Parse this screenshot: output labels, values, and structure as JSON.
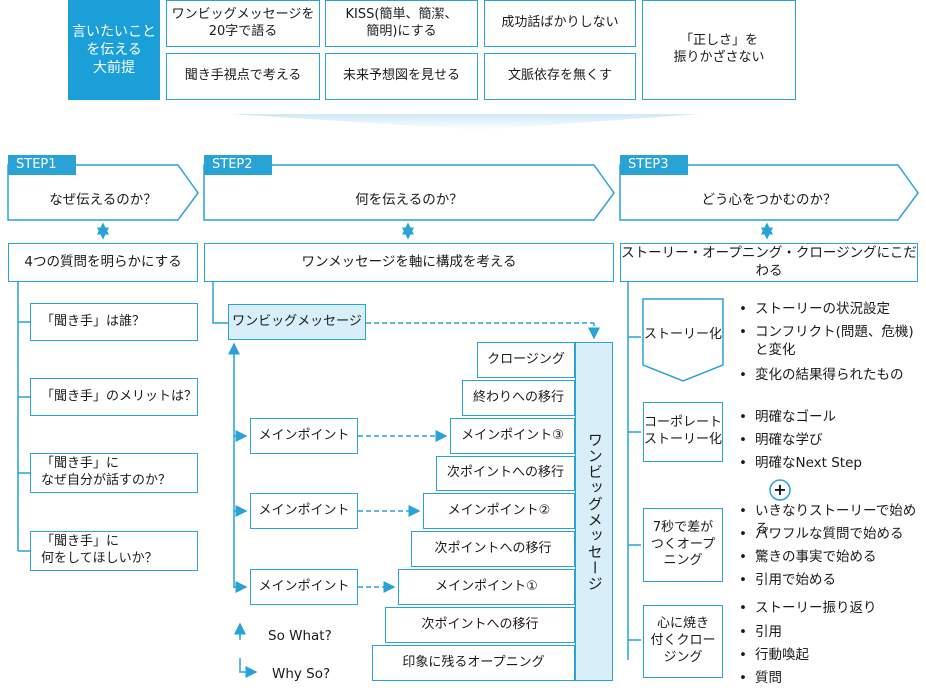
{
  "premise": {
    "label": "言いたいこと\nを伝える\n大前提",
    "items": [
      "ワンビッグメッセージを\n20字で語る",
      "KISS(簡単、簡潔、\n簡明)にする",
      "成功話ばかりしない",
      "「正しさ」を\n振りかざさない",
      "聞き手視点で考える",
      "未来予想図を見せる",
      "文脈依存を無くす"
    ]
  },
  "step1": {
    "tab": "STEP1",
    "question": "なぜ伝えるのか？",
    "action": "4つの質問を明らかにする",
    "questions": [
      "「聞き手」は誰？",
      "「聞き手」のメリットは？",
      "「聞き手」に\nなぜ自分が話すのか？",
      "「聞き手」に\n何をしてほしいか？"
    ]
  },
  "step2": {
    "tab": "STEP2",
    "question": "何を伝えるのか？",
    "action": "ワンメッセージを軸に構成を考える",
    "big_message": "ワンビッグメッセージ",
    "main_point": "メインポイント",
    "stairs": [
      "クロージング",
      "終わりへの移行",
      "メインポイント③",
      "次ポイントへの移行",
      "メインポイント②",
      "次ポイントへの移行",
      "メインポイント①",
      "次ポイントへの移行",
      "印象に残るオープニング"
    ],
    "vertical_label": "ワンビッグメッセージ",
    "legend": [
      "So What?",
      "Why So?"
    ]
  },
  "step3": {
    "tab": "STEP3",
    "question": "どう心をつかむのか？",
    "action": "ストーリー・オープニング・クロージングにこだわる",
    "groups": [
      {
        "label": "ストーリー化",
        "bullets": [
          "ストーリーの状況設定",
          "コンフリクト(問題、危機)\nと変化",
          "変化の結果得られたもの"
        ]
      },
      {
        "label": "コーポレート\nストーリー化",
        "bullets": [
          "明確なゴール",
          "明確な学び",
          "明確なNext Step"
        ]
      },
      {
        "label": "7秒で差が\nつくオープ\nニング",
        "bullets": [
          "いきなりストーリーで始める",
          "パワフルな質問で始める",
          "驚きの事実で始める",
          "引用で始める"
        ]
      },
      {
        "label": "心に焼き\n付くクロー\nジング",
        "bullets": [
          "ストーリー振り返り",
          "引用",
          "行動喚起",
          "質問"
        ]
      }
    ],
    "plus": "+"
  },
  "colors": {
    "accent": "#29a3d6",
    "dark_accent": "#1a9fd9",
    "light_fill": "#d8eef8"
  }
}
